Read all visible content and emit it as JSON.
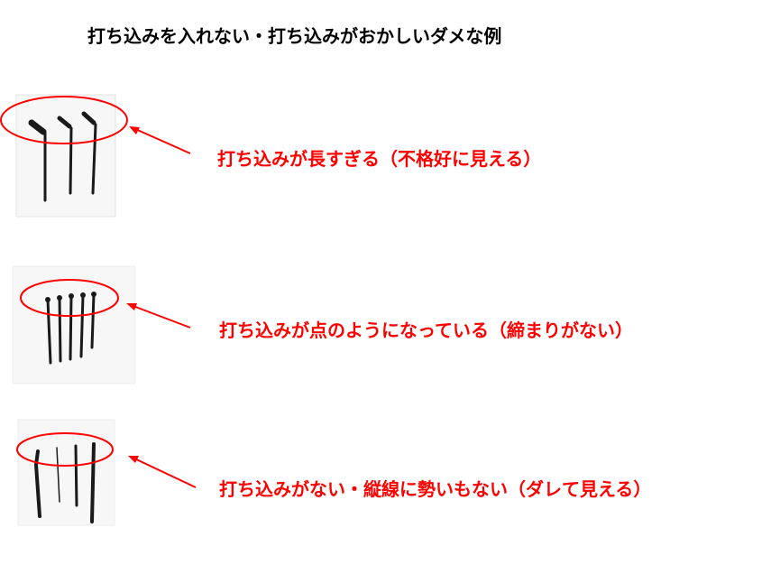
{
  "title": "打ち込みを入れない・打ち込みがおかしいダメな例",
  "examples": [
    {
      "label": "打ち込みが長すぎる（不格好に見える）"
    },
    {
      "label": "打ち込みが点のようになっている（締まりがない）"
    },
    {
      "label": "打ち込みがない・縦線に勢いもない（ダレて見える）"
    }
  ],
  "colors": {
    "annotation": "#ff0000",
    "ink": "#1a1a1a"
  }
}
